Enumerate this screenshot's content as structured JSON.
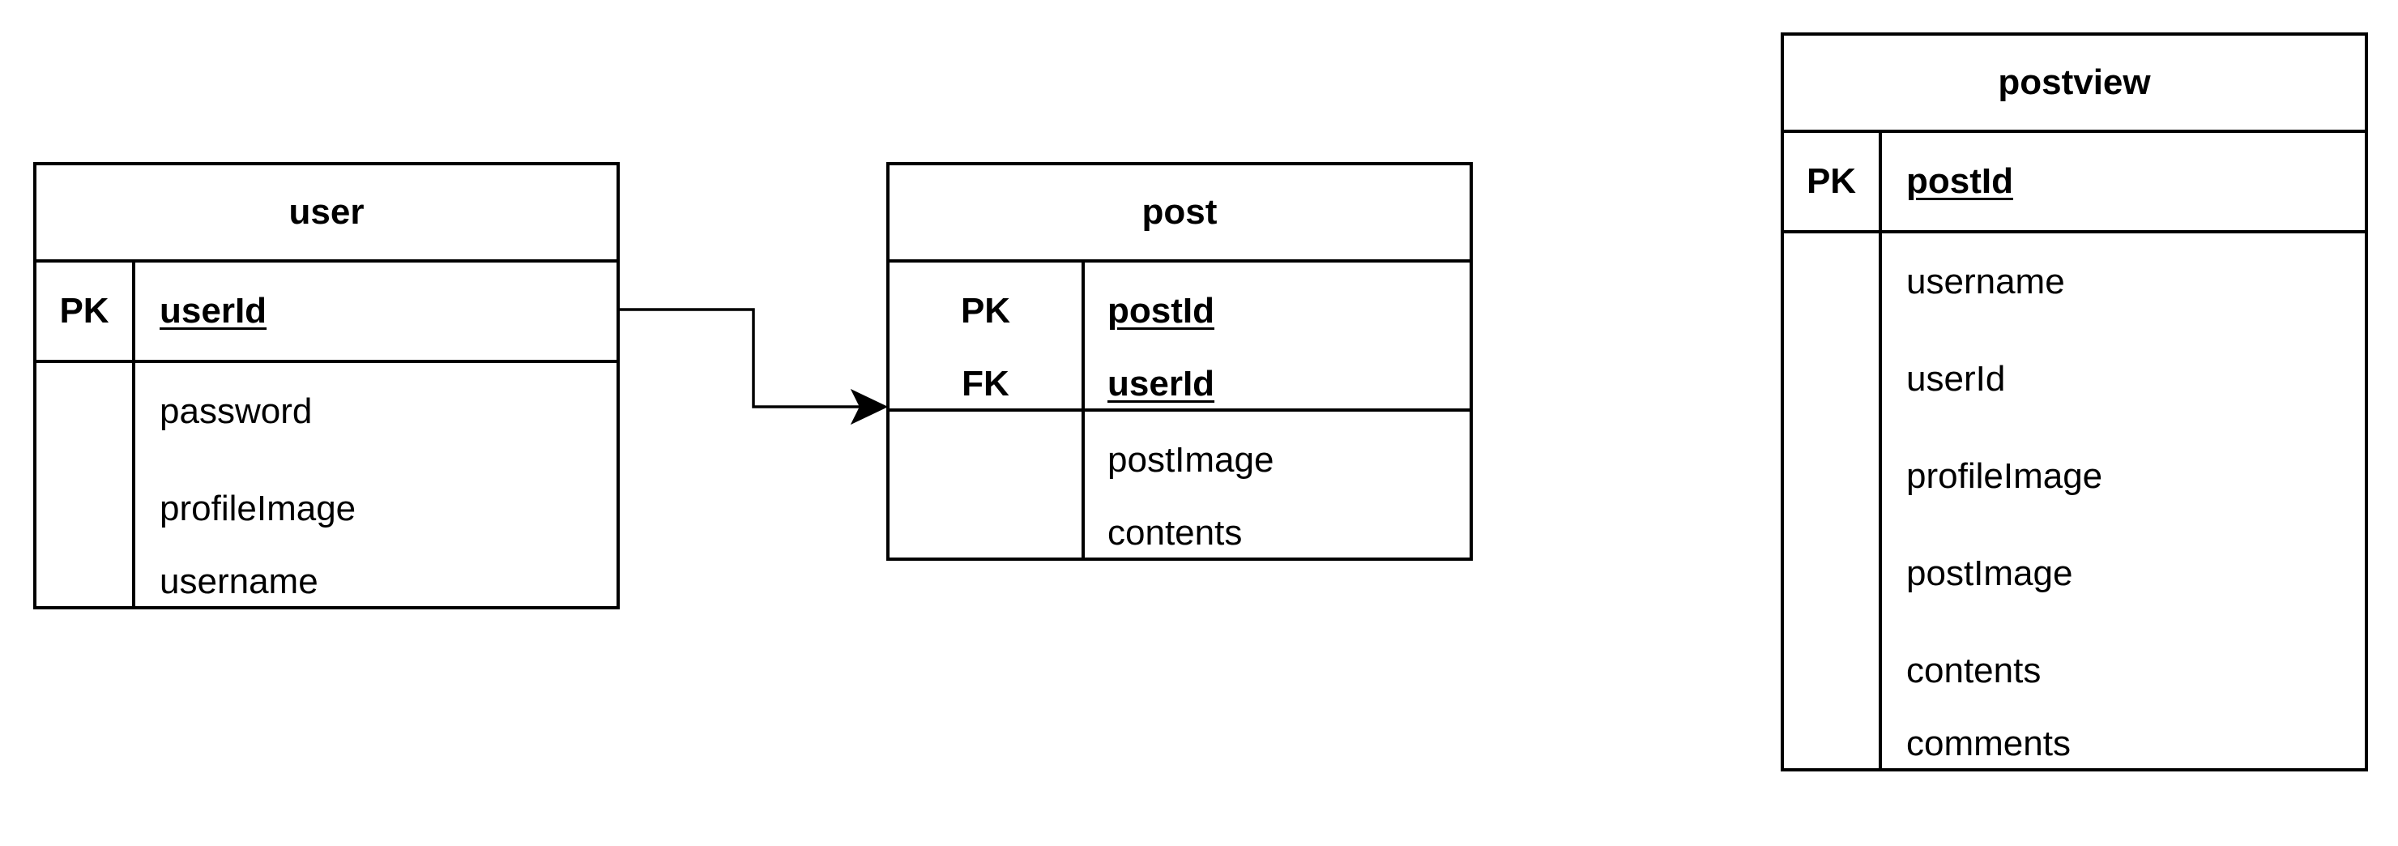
{
  "entities": {
    "user": {
      "title": "user",
      "keys": [
        {
          "tag": "PK",
          "name": "userId"
        }
      ],
      "attributes": [
        "password",
        "profileImage",
        "username"
      ]
    },
    "post": {
      "title": "post",
      "keys": [
        {
          "tag": "PK",
          "name": "postId"
        },
        {
          "tag": "FK",
          "name": "userId"
        }
      ],
      "attributes": [
        "postImage",
        "contents"
      ]
    },
    "postview": {
      "title": "postview",
      "keys": [
        {
          "tag": "PK",
          "name": "postId"
        }
      ],
      "attributes": [
        "username",
        "userId",
        "profileImage",
        "postImage",
        "contents",
        "comments"
      ]
    }
  },
  "relationships": [
    {
      "from": "user.userId",
      "to": "post.userId"
    }
  ]
}
